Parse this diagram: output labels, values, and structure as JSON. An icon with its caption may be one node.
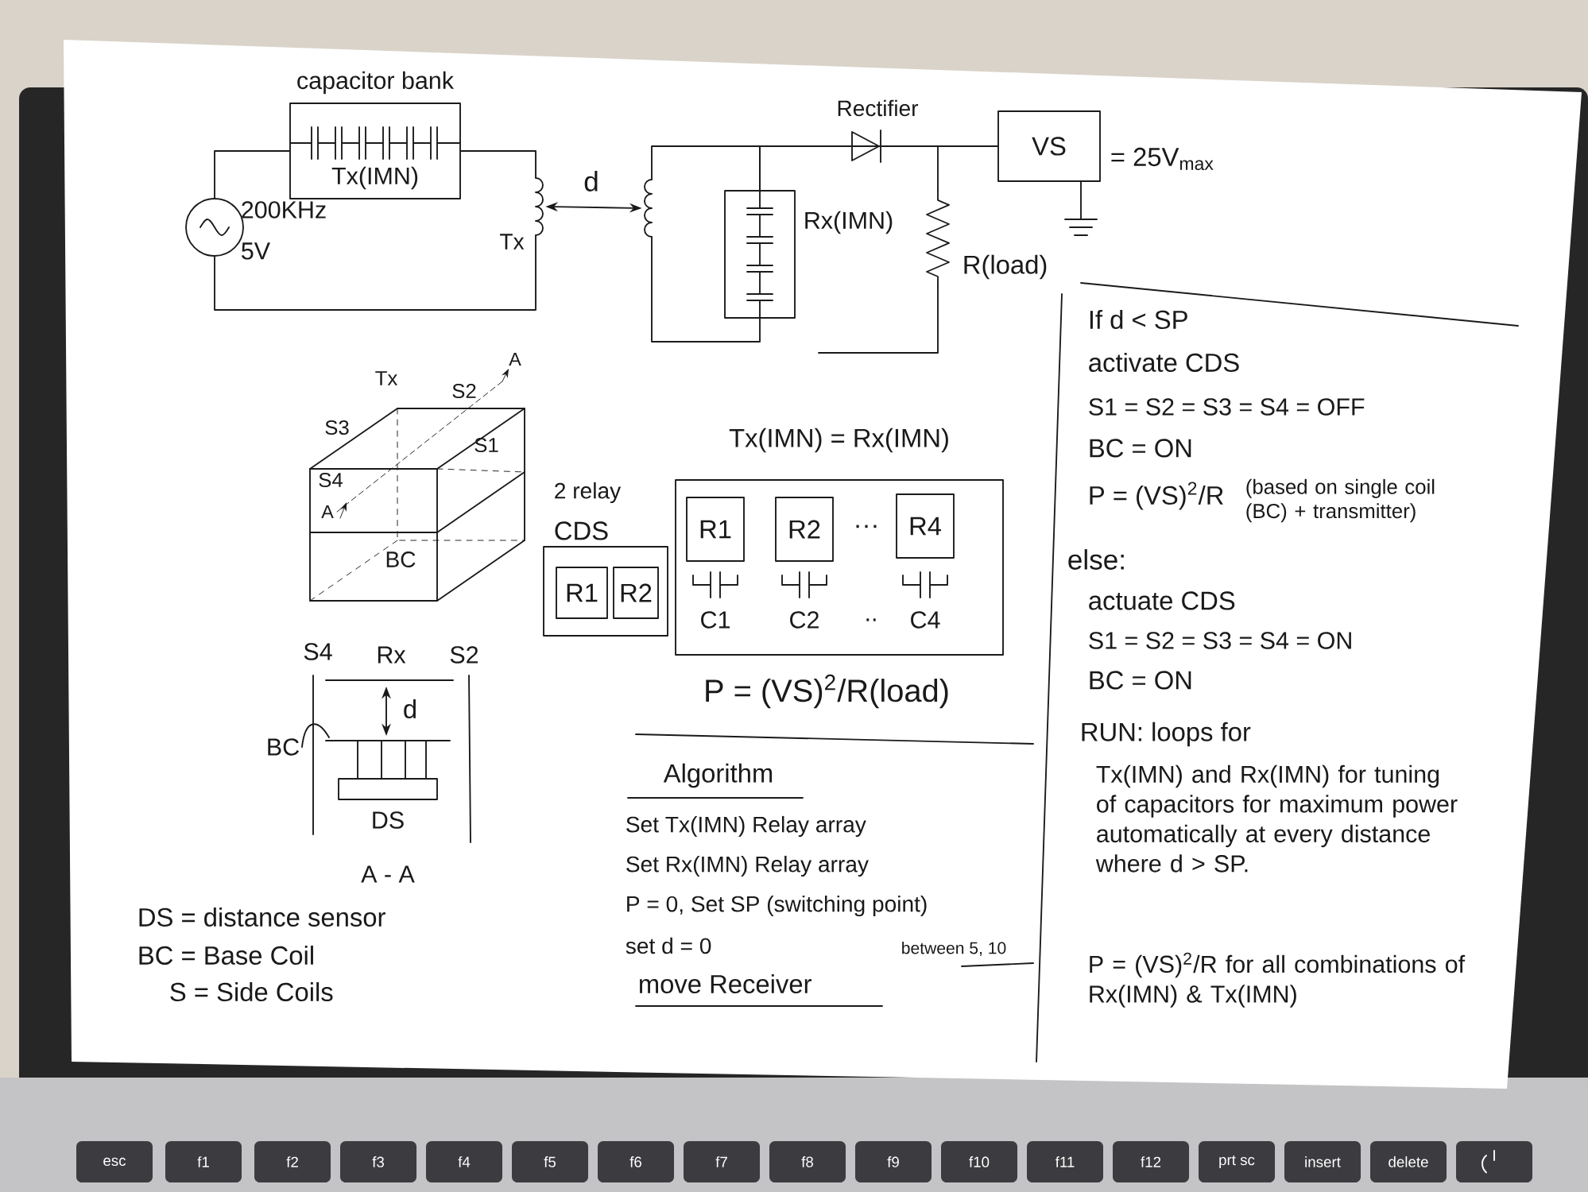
{
  "diagram": {
    "nodes": [
      {
        "text": [
          "capacitor bank",
          "Tx(IMN)"
        ]
      },
      {
        "text": [],
        "shape": "circle",
        "beside": [
          "200KHz",
          "5V"
        ]
      },
      {
        "text": [],
        "shape": "coil",
        "beside": [
          "Tx"
        ]
      },
      {
        "text": [],
        "shape": "coil"
      },
      {
        "text": [
          "Rx(IMN)"
        ]
      },
      {
        "text": [
          "Rectifier"
        ]
      },
      {
        "text": [
          "VS"
        ],
        "beside": [
          "= 25V$_{max}$"
        ]
      },
      {
        "text": [
          "R(load)"
        ]
      },
      {
        "text": [
          "2 relay",
          "CDS"
        ]
      },
      {
        "text": [
          "R1"
        ],
        "in": 8
      },
      {
        "text": [
          "R2"
        ],
        "in": 8
      },
      {
        "text": [
          "Tx(IMN) = Rx(IMN)"
        ]
      },
      {
        "text": [
          "R1"
        ],
        "in": 11,
        "beside": [
          "C1"
        ]
      },
      {
        "text": [
          "R2"
        ],
        "in": 11,
        "beside": [
          "C2"
        ]
      },
      {
        "text": [
          "R4"
        ],
        "in": 11,
        "beside": [
          "C4"
        ]
      },
      {
        "text": [
          "BC"
        ]
      }
    ],
    "edges": [
      {
        "from": 1,
        "to": 0,
        "arrow": "none"
      },
      {
        "from": 0,
        "to": 2,
        "arrow": "none"
      },
      {
        "from": 2,
        "to": 1,
        "arrow": "none"
      },
      {
        "from": 2,
        "to": 3,
        "arrow": "both",
        "label": "d"
      },
      {
        "from": 3,
        "to": 4,
        "arrow": "none"
      },
      {
        "from": 4,
        "to": 5,
        "arrow": "none"
      },
      {
        "from": 5,
        "to": 6,
        "arrow": "none"
      },
      {
        "from": 5,
        "to": 7,
        "arrow": "none"
      },
      {
        "from": 3,
        "to": 4,
        "arrow": "none"
      },
      {
        "from": 15,
        "to": null,
        "arrow": "none"
      }
    ],
    "labels": [
      "Tx",
      "S2",
      "A",
      "S3",
      "S1",
      "S4",
      "A",
      "BC",
      "S4",
      "Rx",
      "S2",
      "d",
      "DS",
      "A - A",
      "DS = distance sensor",
      "BC = Base Coil",
      "S = Side Coils",
      "···",
      "..",
      "P = (VS)$^{2}$/R(load)",
      "Algorithm",
      "Set Tx(IMN) Relay array",
      "Set Rx(IMN) Relay array",
      "P = 0, Set SP (switching point)",
      "set d = 0",
      "between 5, 10",
      "move Receiver",
      "If d < SP",
      "activate CDS",
      "S1 = S2 = S3 = S4 = OFF",
      "BC = ON",
      "P = (VS)$^{2}$/R",
      "(based on single coil (BC) + transmitter)",
      "else:",
      "actuate CDS",
      "S1 = S2 = S3 = S4 = ON",
      "BC = ON",
      "RUN: loops for",
      "Tx(IMN) and Rx(IMN) for tuning of capacitors for maximum power automatically at every distance where d > SP.",
      "P = (VS)$^{2}$/R for all combinations of Rx(IMN) & Tx(IMN)",
      "esc",
      "f1",
      "f2",
      "f3",
      "f4",
      "f5",
      "f6",
      "f7",
      "f8",
      "f9",
      "f10",
      "f11",
      "f12",
      "prt sc",
      "insert",
      "delete"
    ]
  }
}
